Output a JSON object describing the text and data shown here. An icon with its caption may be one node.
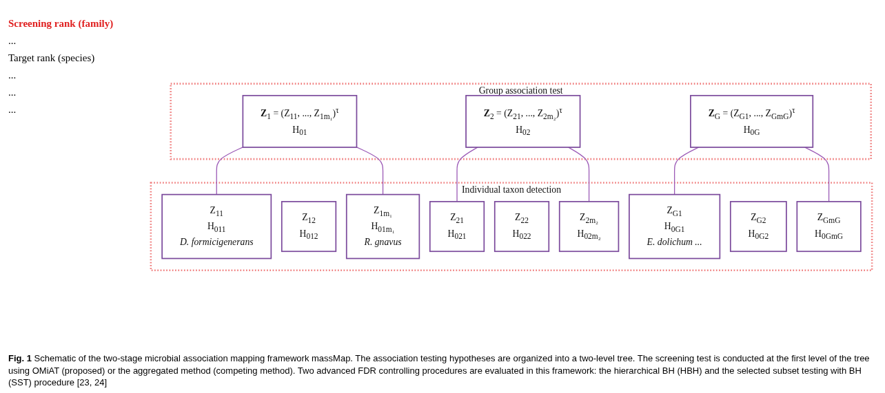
{
  "diagram": {
    "caption": "**Fig. 1** Schematic of the two-stage microbial association mapping framework massMap. The association testing hypotheses are organized into a two-level tree. The screening test is conducted at the first level of the tree using OMiAT (proposed) or the aggregated method (competing method). Two advanced FDR controlling procedures are evaluated in this framework: the hierarchical BH (HBH) and the selected subset testing with BH (SST) procedure [23, 24]",
    "nodes": [
      {
        "text": [
          "Group association test"
        ]
      },
      {
        "text": [
          "**Z**$_{1}$ = (Z$_{11}$, ..., Z$_{1m₁}$)$^{τ}$",
          "H$_{01}$"
        ],
        "in": 0
      },
      {
        "text": [
          "**Z**$_{2}$ = (Z$_{21}$, ..., Z$_{2m₂}$)$^{τ}$",
          "H$_{02}$"
        ],
        "in": 0
      },
      {
        "text": [
          "**Z**$_{G}$ = (Z$_{G1}$, ..., Z$_{GmG}$)$^{τ}$",
          "H$_{0G}$"
        ],
        "in": 0
      },
      {
        "text": [
          "Individual taxon detection"
        ]
      },
      {
        "text": [
          "Z$_{11}$",
          "H$_{011}$",
          "D. formicigenerans"
        ],
        "in": 4
      },
      {
        "text": [
          "Z$_{12}$",
          "H$_{012}$"
        ],
        "in": 4
      },
      {
        "text": [
          "Z$_{1m₁}$",
          "H$_{01m₁}$",
          "R. gnavus"
        ],
        "in": 4
      },
      {
        "text": [
          "Z$_{21}$",
          "H$_{021}$"
        ],
        "in": 4
      },
      {
        "text": [
          "Z$_{22}$",
          "H$_{022}$"
        ],
        "in": 4
      },
      {
        "text": [
          "Z$_{2m₂}$",
          "H$_{02m₂}$"
        ],
        "in": 4
      },
      {
        "text": [
          "Z$_{G1}$",
          "H$_{0G1}$",
          "E. dolichum ..."
        ],
        "in": 4
      },
      {
        "text": [
          "Z$_{G2}$",
          "H$_{0G2}$"
        ],
        "in": 4
      },
      {
        "text": [
          "Z$_{GmG}$",
          "H$_{0GmG}$"
        ],
        "in": 4
      }
    ],
    "edges": [
      {
        "from": 1,
        "to": 5,
        "arrow": "none"
      },
      {
        "from": 1,
        "to": 7,
        "arrow": "none"
      },
      {
        "from": 2,
        "to": 8,
        "arrow": "none"
      },
      {
        "from": 2,
        "to": 10,
        "arrow": "none"
      },
      {
        "from": 3,
        "to": 11,
        "arrow": "none"
      },
      {
        "from": 3,
        "to": 13,
        "arrow": "none"
      }
    ],
    "labels": [
      "Screening rank (family)",
      "...",
      "Target rank (species)",
      "...",
      "...",
      "..."
    ]
  }
}
